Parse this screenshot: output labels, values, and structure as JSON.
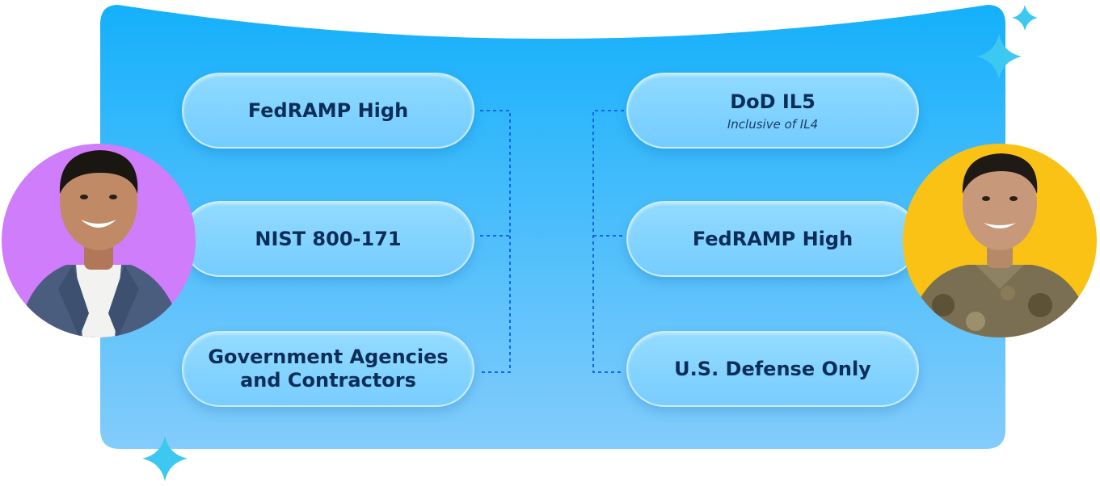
{
  "colors": {
    "panel_top": "#15b0fb",
    "panel_bottom": "#83ccfb",
    "connector": "#1565e8",
    "pill_text": "#0b2e59",
    "left_avatar_bg": "#cf7dfb",
    "right_avatar_bg": "#f9c215",
    "sparkle": "#3cc8f0"
  },
  "left_column": {
    "items": [
      {
        "label": "FedRAMP High"
      },
      {
        "label": "NIST 800-171"
      },
      {
        "label": "Government Agencies\nand Contractors"
      }
    ]
  },
  "right_column": {
    "items": [
      {
        "label": "DoD IL5",
        "sublabel": "Inclusive of IL4"
      },
      {
        "label": "FedRAMP High"
      },
      {
        "label": "U.S. Defense Only"
      }
    ]
  },
  "avatars": {
    "left": {
      "icon": "businessman-avatar-icon"
    },
    "right": {
      "icon": "soldier-avatar-icon"
    }
  },
  "decorations": [
    "sparkle-icon",
    "sparkle-icon",
    "sparkle-icon"
  ]
}
